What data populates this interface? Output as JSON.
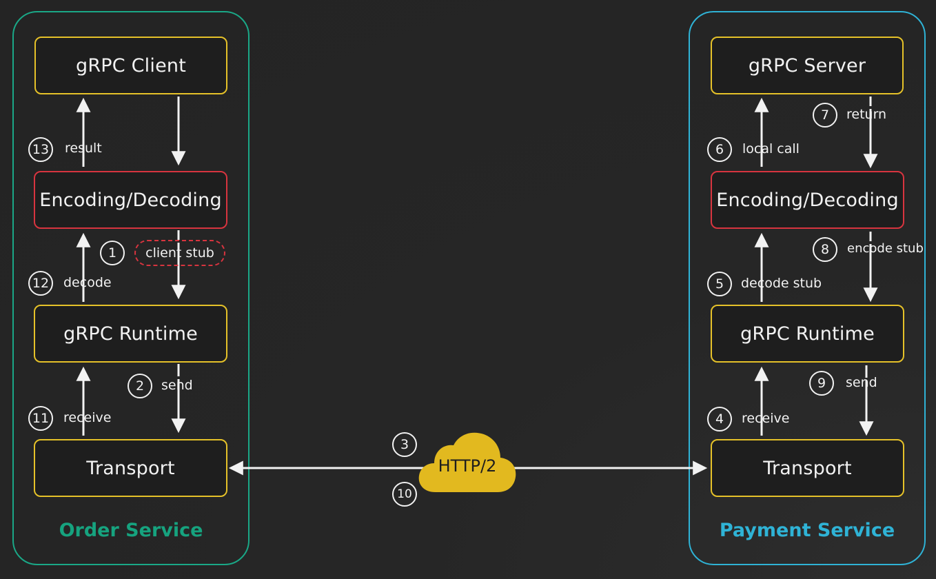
{
  "order_service": {
    "title": "Order Service",
    "color": "#1aa887",
    "boxes": {
      "client": "gRPC Client",
      "encoding": "Encoding/Decoding",
      "runtime": "gRPC Runtime",
      "transport": "Transport"
    },
    "steps": {
      "s13": {
        "num": "13",
        "label": "result"
      },
      "s1": {
        "num": "1",
        "label": "client stub"
      },
      "s12": {
        "num": "12",
        "label": "decode"
      },
      "s2": {
        "num": "2",
        "label": "send"
      },
      "s11": {
        "num": "11",
        "label": "receive"
      }
    }
  },
  "payment_service": {
    "title": "Payment Service",
    "color": "#2fb3d6",
    "boxes": {
      "server": "gRPC Server",
      "encoding": "Encoding/Decoding",
      "runtime": "gRPC Runtime",
      "transport": "Transport"
    },
    "steps": {
      "s7": {
        "num": "7",
        "label": "return"
      },
      "s6": {
        "num": "6",
        "label": "local call"
      },
      "s8": {
        "num": "8",
        "label": "encode stub"
      },
      "s5": {
        "num": "5",
        "label": "decode stub"
      },
      "s9": {
        "num": "9",
        "label": "send"
      },
      "s4": {
        "num": "4",
        "label": "receive"
      }
    }
  },
  "network": {
    "protocol": "HTTP/2",
    "step_out": "3",
    "step_back": "10",
    "cloud_color": "#e2b91f"
  },
  "colors": {
    "box_border": "#e6c229",
    "codec_border": "#d8343f",
    "arrow": "#f2f2f2"
  }
}
